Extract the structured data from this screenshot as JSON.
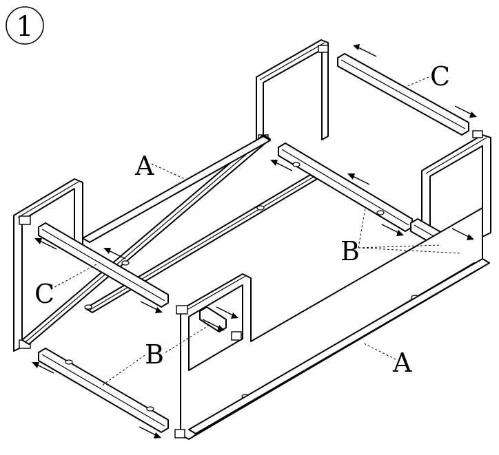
{
  "step": {
    "number": "1"
  },
  "labels": {
    "A_back": "A",
    "A_front": "A",
    "B_right": "B",
    "B_front": "B",
    "C_left": "C",
    "C_back": "C"
  },
  "icons": [
    "circled-number-icon",
    "direction-arrow-icon"
  ]
}
